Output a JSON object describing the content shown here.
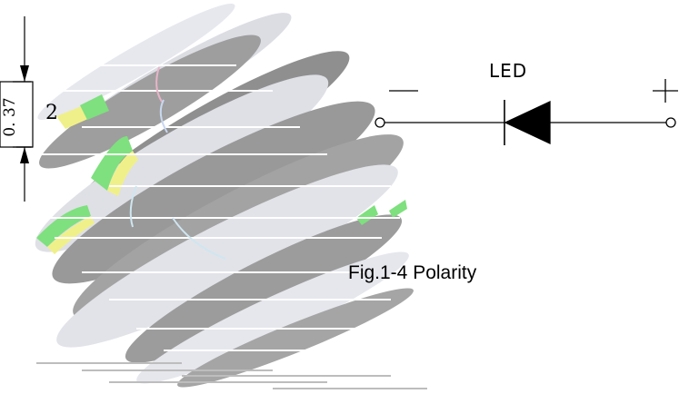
{
  "diagram": {
    "led_label": "LED",
    "negative_sign": "—",
    "positive_sign": "+",
    "caption": "Fig.1-4 Polarity",
    "number_label": "2",
    "dimension_value": "0. 37"
  },
  "colors": {
    "line": "#000000",
    "shape_gray": "#9a9a9a",
    "shape_light": "#dcdde3",
    "accent_green": "#7ee07e",
    "accent_yellow": "#f0f08a"
  }
}
